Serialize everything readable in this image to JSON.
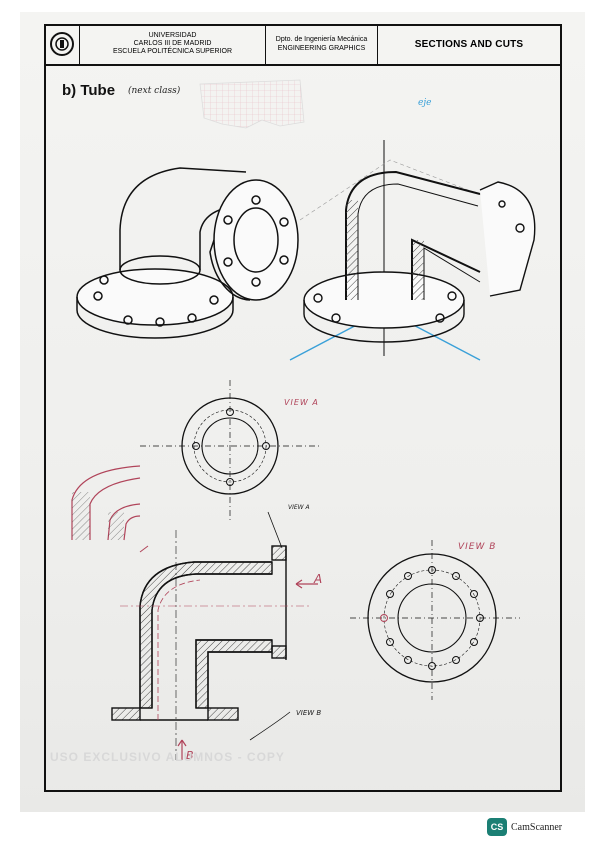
{
  "header": {
    "university_line1": "UNIVERSIDAD",
    "university_line2": "CARLOS III DE MADRID",
    "university_line3": "ESCUELA POLITÉCNICA SUPERIOR",
    "dept_line1": "Dpto. de Ingeniería Mecánica",
    "dept_line2": "ENGINEERING GRAPHICS",
    "section_title": "SECTIONS AND CUTS"
  },
  "exercise": {
    "title": "b) Tube",
    "note": "(next class)",
    "axis_note": "eje"
  },
  "annotations": {
    "view_a": "VIEW A",
    "view_b": "VIEW B",
    "view_a_small": "VIEW A",
    "view_b_small": "VIEW B",
    "arrow_a": "A",
    "arrow_b": "B"
  },
  "watermark": {
    "ghost_text": "USO EXCLUSIVO ALUMNOS - COPY",
    "scanner_badge": "CS",
    "scanner_name": "CamScanner"
  },
  "colors": {
    "ink": "#111111",
    "red_pen": "#b0445a",
    "blue_pen": "#3aa0d8",
    "hatch": "#444444"
  }
}
